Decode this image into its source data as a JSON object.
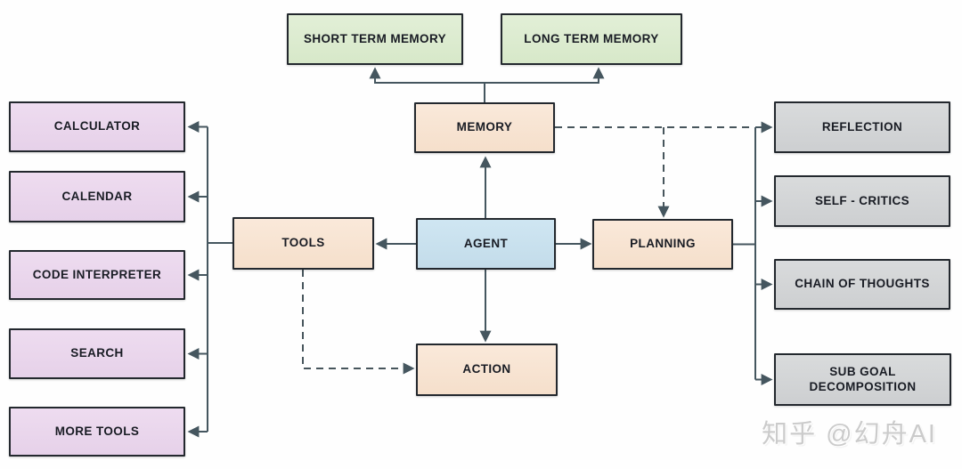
{
  "diagram": {
    "title": "AI Agent architecture flowchart",
    "nodes": [
      {
        "id": "short-term-memory",
        "label": "SHORT TERM MEMORY",
        "group": "memory-type",
        "color": "#dcebd0"
      },
      {
        "id": "long-term-memory",
        "label": "LONG TERM MEMORY",
        "group": "memory-type",
        "color": "#dcebd0"
      },
      {
        "id": "memory",
        "label": "MEMORY",
        "group": "core-module",
        "color": "#f8e5d3"
      },
      {
        "id": "tools",
        "label": "TOOLS",
        "group": "core-module",
        "color": "#f8e5d3"
      },
      {
        "id": "agent",
        "label": "AGENT",
        "group": "agent-core",
        "color": "#c8e1ee"
      },
      {
        "id": "planning",
        "label": "PLANNING",
        "group": "core-module",
        "color": "#f8e5d3"
      },
      {
        "id": "action",
        "label": "ACTION",
        "group": "core-module",
        "color": "#f8e5d3"
      },
      {
        "id": "calculator",
        "label": "CALCULATOR",
        "group": "tool",
        "color": "#ebd8ed"
      },
      {
        "id": "calendar",
        "label": "CALENDAR",
        "group": "tool",
        "color": "#ebd8ed"
      },
      {
        "id": "code-interpreter",
        "label": "CODE INTERPRETER",
        "group": "tool",
        "color": "#ebd8ed"
      },
      {
        "id": "search",
        "label": "SEARCH",
        "group": "tool",
        "color": "#ebd8ed"
      },
      {
        "id": "more-tools",
        "label": "MORE TOOLS",
        "group": "tool",
        "color": "#ebd8ed"
      },
      {
        "id": "reflection",
        "label": "REFLECTION",
        "group": "planning-technique",
        "color": "#d4d6d8"
      },
      {
        "id": "self-critics",
        "label": "SELF - CRITICS",
        "group": "planning-technique",
        "color": "#d4d6d8"
      },
      {
        "id": "chain-of-thoughts",
        "label": "CHAIN OF THOUGHTS",
        "group": "planning-technique",
        "color": "#d4d6d8"
      },
      {
        "id": "sub-goal-decomposition",
        "label": "SUB GOAL DECOMPOSITION",
        "group": "planning-technique",
        "color": "#d4d6d8"
      }
    ],
    "edges": [
      {
        "from": "memory",
        "to": "short-term-memory",
        "style": "solid-arrow"
      },
      {
        "from": "memory",
        "to": "long-term-memory",
        "style": "solid-arrow"
      },
      {
        "from": "agent",
        "to": "memory",
        "style": "solid-arrow"
      },
      {
        "from": "agent",
        "to": "tools",
        "style": "solid-arrow"
      },
      {
        "from": "agent",
        "to": "planning",
        "style": "solid-arrow"
      },
      {
        "from": "agent",
        "to": "action",
        "style": "solid-arrow"
      },
      {
        "from": "tools",
        "to": "calculator",
        "style": "solid-arrow"
      },
      {
        "from": "tools",
        "to": "calendar",
        "style": "solid-arrow"
      },
      {
        "from": "tools",
        "to": "code-interpreter",
        "style": "solid-arrow"
      },
      {
        "from": "tools",
        "to": "search",
        "style": "solid-arrow"
      },
      {
        "from": "tools",
        "to": "more-tools",
        "style": "solid-arrow"
      },
      {
        "from": "planning",
        "to": "reflection",
        "style": "solid-arrow"
      },
      {
        "from": "planning",
        "to": "self-critics",
        "style": "solid-arrow"
      },
      {
        "from": "planning",
        "to": "chain-of-thoughts",
        "style": "solid-arrow"
      },
      {
        "from": "planning",
        "to": "sub-goal-decomposition",
        "style": "solid-arrow"
      },
      {
        "from": "memory",
        "to": "planning",
        "style": "dashed-arrow"
      },
      {
        "from": "tools",
        "to": "action",
        "style": "dashed-arrow"
      }
    ],
    "colors": {
      "connector": "#45565f",
      "node_border": "#23282e",
      "node_text": "#191c24",
      "background": "#fefefe"
    }
  },
  "watermark": {
    "text": "知乎 @幻舟AI"
  }
}
